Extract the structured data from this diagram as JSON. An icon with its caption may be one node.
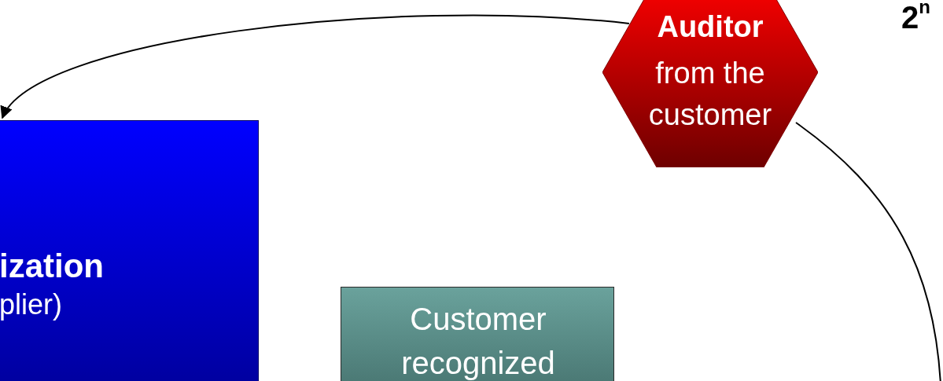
{
  "diagram": {
    "nodes": [
      {
        "text": [
          "ization",
          "plier)"
        ]
      },
      {
        "text": [
          "Auditor",
          "from the customer"
        ]
      },
      {
        "text": [
          "Customer recognized"
        ]
      }
    ],
    "edges": [
      {
        "from": 1,
        "to": 0,
        "arrow": "to"
      },
      {
        "from": 1,
        "to": null,
        "arrow": "none"
      }
    ],
    "labels": [
      "2$^{n}$"
    ]
  }
}
